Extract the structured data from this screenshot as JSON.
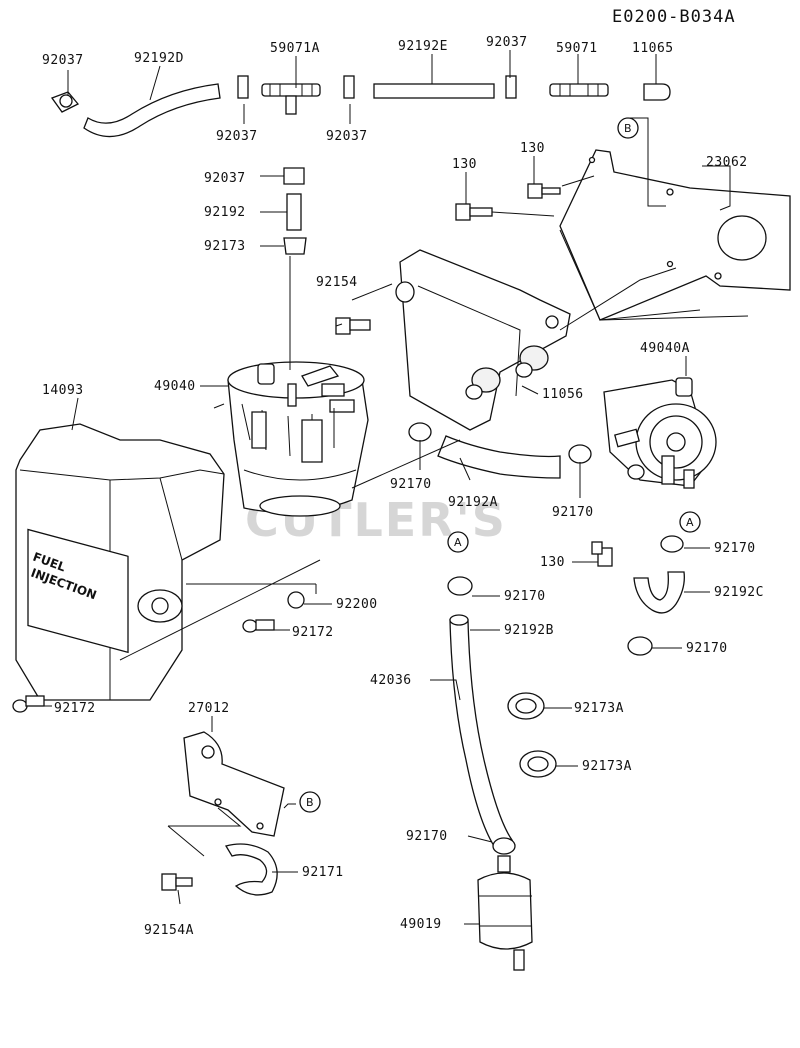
{
  "diagram_code": "E0200-B034A",
  "watermark": "CUTLER'S",
  "stamp_text": [
    "FUEL",
    "INJECTION"
  ],
  "callouts": [
    "A",
    "B"
  ],
  "part_numbers": [
    "92037",
    "92192D",
    "59071A",
    "92192E",
    "92037",
    "59071",
    "11065",
    "92037",
    "92037",
    "92037",
    "92192",
    "92173",
    "130",
    "130",
    "23062",
    "92154",
    "14093",
    "49040",
    "11056",
    "49040A",
    "92170",
    "92192A",
    "92170",
    "130",
    "92170",
    "92192C",
    "92200",
    "92172",
    "92172",
    "92170",
    "92192B",
    "92170",
    "42036",
    "92173A",
    "92173A",
    "27012",
    "92171",
    "92154A",
    "92170",
    "49019"
  ]
}
